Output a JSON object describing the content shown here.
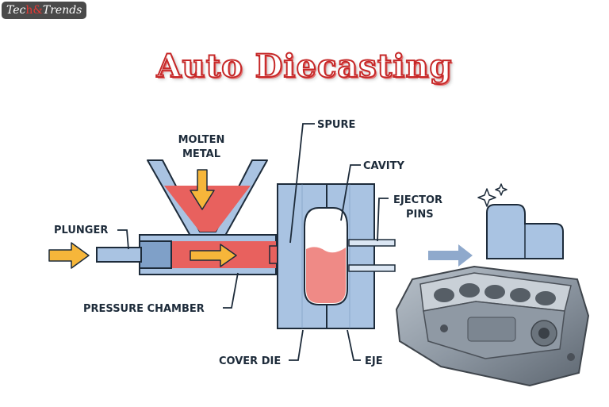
{
  "badge": {
    "prefix": "Tec",
    "amp": "h&",
    "suffix": "Trends"
  },
  "title": "Auto Diecasting",
  "labels": {
    "molten_metal_line1": "MOLTEN",
    "molten_metal_line2": "METAL",
    "plunger": "PLUNGER",
    "spure": "SPURE",
    "cavity": "CAVITY",
    "ejector_pins_line1": "EJECTOR",
    "ejector_pins_line2": "PINS",
    "pressure_chamber": "PRESSURE CHAMBER",
    "cover_die": "COVER DIE",
    "ejector_die_partial": "EJE"
  },
  "colors": {
    "metal": "#e8615e",
    "metal_light": "#f2a5a0",
    "die": "#a9c3e2",
    "die_dark": "#6e8fb8",
    "arrow": "#f6b63a",
    "outline": "#1d2b3a",
    "title_stroke": "#c62828"
  },
  "icons": [
    "sparkle-icon",
    "arrow-right-icon",
    "engine-block-image"
  ]
}
